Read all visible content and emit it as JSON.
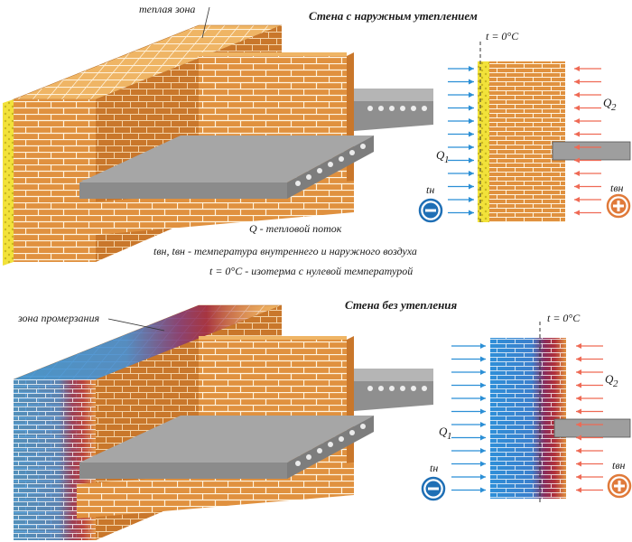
{
  "top": {
    "title": "Стена с наружным утеплением",
    "warm_zone_label": "теплая зона",
    "isotherm_label": "t = 0°C",
    "q1_label": "Q",
    "q1_sub": "1",
    "q2_label": "Q",
    "q2_sub": "2",
    "t_outside_label": "tн",
    "t_inside_label": "tвн"
  },
  "captions": {
    "heat_flow": "Q - тепловой поток",
    "temperatures": "tвн, tвн - температура внутреннего и наружного воздуха",
    "isotherm": "t = 0°C - изотерма с нулевой температурой"
  },
  "bottom": {
    "title": "Стена без утепления",
    "freeze_zone_label": "зона промерзания",
    "isotherm_label": "t = 0°C",
    "q1_label": "Q",
    "q1_sub": "1",
    "q2_label": "Q",
    "q2_sub": "2",
    "t_outside_label": "tн",
    "t_inside_label": "tвн"
  },
  "colors": {
    "brick": "#e0913f",
    "brick_light": "#efb565",
    "mortar": "#ffffff",
    "insulation": "#f2e23a",
    "slab": "#a6a6a6",
    "slab_dark": "#7d7d7d",
    "cold_arrow": "#2b8fd6",
    "warm_arrow": "#ef6a55",
    "cold_blue": "#2f8fd8",
    "freeze_red": "#9a1f3a",
    "minus_circle": "#1f6fb5",
    "plus_circle": "#e07a3a"
  },
  "icons": {
    "cold": "minus-circle-icon",
    "warm": "plus-circle-icon"
  }
}
